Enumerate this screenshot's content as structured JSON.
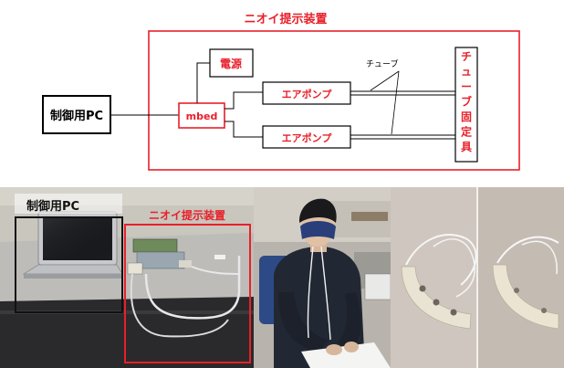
{
  "diagram": {
    "device_title": "ニオイ提示装置",
    "pc_label": "制御用PC",
    "mbed_label": "mbed",
    "power_label": "電源",
    "pump1_label": "エアポンプ",
    "pump2_label": "エアポンプ",
    "tube_label": "チューブ",
    "holder_label": [
      "チ",
      "ュ",
      "ー",
      "ブ",
      "固",
      "定",
      "具"
    ],
    "accent_color": "#e8202a"
  },
  "photos": {
    "pc_caption": "制御用PC",
    "device_caption": "ニオイ提示装置",
    "caption_color": "#111111",
    "accent_color": "#e8202a"
  }
}
